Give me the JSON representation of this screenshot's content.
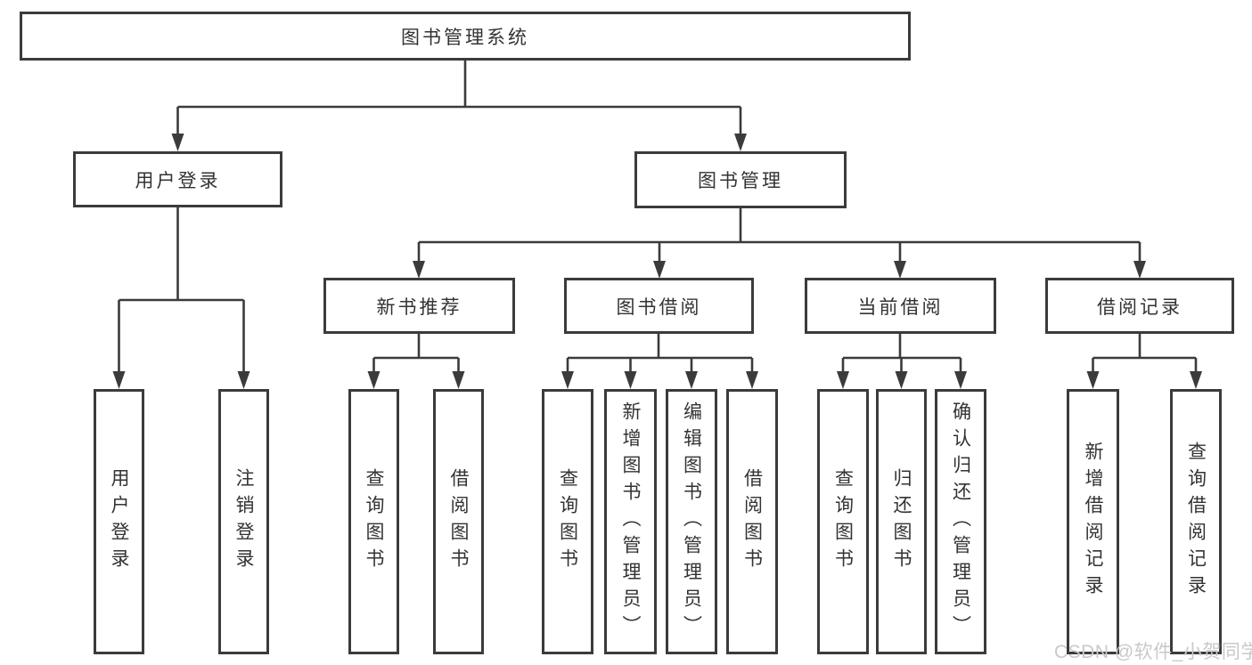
{
  "diagram": {
    "title": "图书管理系统",
    "root": {
      "label": "图书管理系统"
    },
    "level2": [
      {
        "id": "user-login",
        "label": "用户登录"
      },
      {
        "id": "book-management",
        "label": "图书管理"
      }
    ],
    "level3": [
      {
        "id": "new-book-recommendation",
        "parent": "图书管理",
        "label": "新书推荐"
      },
      {
        "id": "book-borrowing",
        "parent": "图书管理",
        "label": "图书借阅"
      },
      {
        "id": "current-borrowing",
        "parent": "图书管理",
        "label": "当前借阅"
      },
      {
        "id": "borrowing-records",
        "parent": "图书管理",
        "label": "借阅记录"
      }
    ],
    "leaves": [
      {
        "parent": "用户登录",
        "label": "用户登录"
      },
      {
        "parent": "用户登录",
        "label": "注销登录"
      },
      {
        "parent": "新书推荐",
        "label": "查询图书"
      },
      {
        "parent": "新书推荐",
        "label": "借阅图书"
      },
      {
        "parent": "图书借阅",
        "label": "查询图书"
      },
      {
        "parent": "图书借阅",
        "label": "新增图书（管理员）"
      },
      {
        "parent": "图书借阅",
        "label": "编辑图书（管理员）"
      },
      {
        "parent": "图书借阅",
        "label": "借阅图书"
      },
      {
        "parent": "当前借阅",
        "label": "查询图书"
      },
      {
        "parent": "当前借阅",
        "label": "归还图书"
      },
      {
        "parent": "当前借阅",
        "label": "确认归还（管理员）"
      },
      {
        "parent": "借阅记录",
        "label": "新增借阅记录"
      },
      {
        "parent": "借阅记录",
        "label": "查询借阅记录"
      }
    ],
    "colors": {
      "line": "#3b3b3b",
      "text": "#333333",
      "background": "#ffffff",
      "watermark": "#c9c9c9"
    }
  },
  "watermark": {
    "text": "CSDN @软件_小贺同学"
  }
}
